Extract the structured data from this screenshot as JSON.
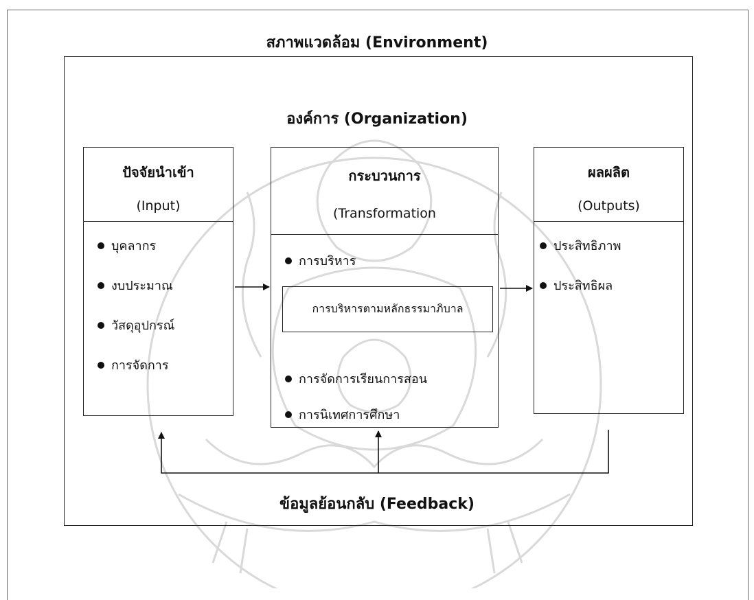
{
  "environment_title": "สภาพแวดล้อม (Environment)",
  "organization_title": "องค์การ  (Organization)",
  "input": {
    "title_th": "ปัจจัยนำเข้า",
    "title_en": "(Input)",
    "items": [
      "บุคลากร",
      "งบประมาณ",
      "วัสดุอุปกรณ์",
      "การจัดการ"
    ]
  },
  "transformation": {
    "title_th": "กระบวนการ",
    "title_en": "(Transformation",
    "first_item": "การบริหาร",
    "inner_box": "การบริหารตามหลักธรรมาภิบาล",
    "items": [
      "การจัดการเรียนการสอน",
      "การนิเทศการศึกษา"
    ]
  },
  "outputs": {
    "title_th": "ผลผลิต",
    "title_en": "(Outputs)",
    "items": [
      "ประสิทธิภาพ",
      "ประสิทธิผล"
    ]
  },
  "feedback_title": "ข้อมูลย้อนกลับ  (Feedback)"
}
